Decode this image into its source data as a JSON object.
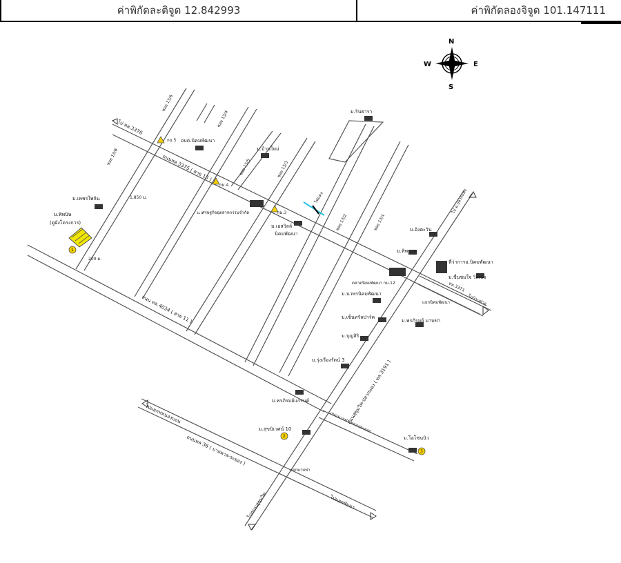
{
  "header": {
    "latitude_label": "ค่าพิกัดละติจูด 12.842993",
    "longitude_label": "ค่าพิกัดลองจิจูด 101.147111"
  },
  "compass": {
    "n": "N",
    "s": "S",
    "e": "E",
    "w": "W"
  },
  "map": {
    "roads": {
      "road_3376": "ไป ทล.3376",
      "soi_13_6_top": "ซอย 13/6",
      "soi_13_4": "ซอย 13/4",
      "soi_13_3": "ซอย 13/3",
      "soi_13_2": "ซอย 13/2",
      "soi_13_1": "ซอย 13/1",
      "soi_13_5": "ซอย 13/5",
      "soi_13_8": "ซอย 13/8",
      "road_3375": "ถนนทล.3375 ( สาย 13 )",
      "road_4034": "ถนน ทล.4034 ( สาย 11 )",
      "road_3191": "ถนนสุขุมวิท-ปลวกแดง ( ทล.3191 )",
      "road_36": "ถนนทล 36 ( บายพาส-ระยอง )",
      "road_mapyang": "ถนนมาบข่า-หนองละลอก",
      "to_plauk_daeng": "ไป อ.ปลวกแดง",
      "to_ban_khai": "ไปบ้านค่าย",
      "road_3371": "ทล.3371",
      "to_nong_bon": "ไปแยกทหนองบอน",
      "to_sukhumvit": "ไปถนนสุขุมวิท",
      "to_phanomsarakham": "ไปแยกทับมา",
      "junction_nikhom": "แยกนิคมพัฒนา",
      "junction_mabkha": "แยกมาบข่า"
    },
    "places": {
      "rinthara": "ม.รินธารา",
      "ban_mai": "ม.บ้านใหม่",
      "obt": "อบต.นิคมพัฒนา",
      "phet_phailin": "ม.เพชรไพลิน",
      "phiphat": "ม.พิพนิษ",
      "consultant": "(ดูผังโครงการ)",
      "setthakit": "บ.เศรษฐกิจอุตสาหกรรมจำกัด",
      "s_ville": "ม.เอสวิลล์",
      "nikhom_village": "นิคมพัฒนา",
      "ingtawan": "ม.อิงตะวัน",
      "thipnakhon": "ม.ทิพนาค",
      "district_office": "ที่ว่าการอ.นิคมพัฒนา",
      "chuenchai": "ม.ชื่นชมใจ วิลเลจ",
      "market": "ตลาดนิคมพัฒนา กม.12",
      "naphat": "ม.นวพรนิคมพัฒนา",
      "central": "ม.เซ็นทรัลปาร์ค",
      "bunsiri": "ม.บุญสิริ",
      "phraphirom_mapkha": "ม.พรภิรมย์ มาบข่า",
      "rung_ruang": "ม.รุ่งเรืองรัตน์ 3",
      "phraphirom_grand": "ม.พรภิรมย์แกรนด์",
      "suksawat": "ม.สุขนิเวศน์ 10",
      "ozone": "ม.โอโซนนิว",
      "km5": "กม.5",
      "km4": "กม.4",
      "km3": "กม.3",
      "traffic_light": "ไฟแดง"
    },
    "distances": {
      "d1": "1,850 ม.",
      "d2": "200 ม."
    },
    "markers": {
      "m1": "1",
      "m2": "2",
      "m3": "3"
    }
  }
}
